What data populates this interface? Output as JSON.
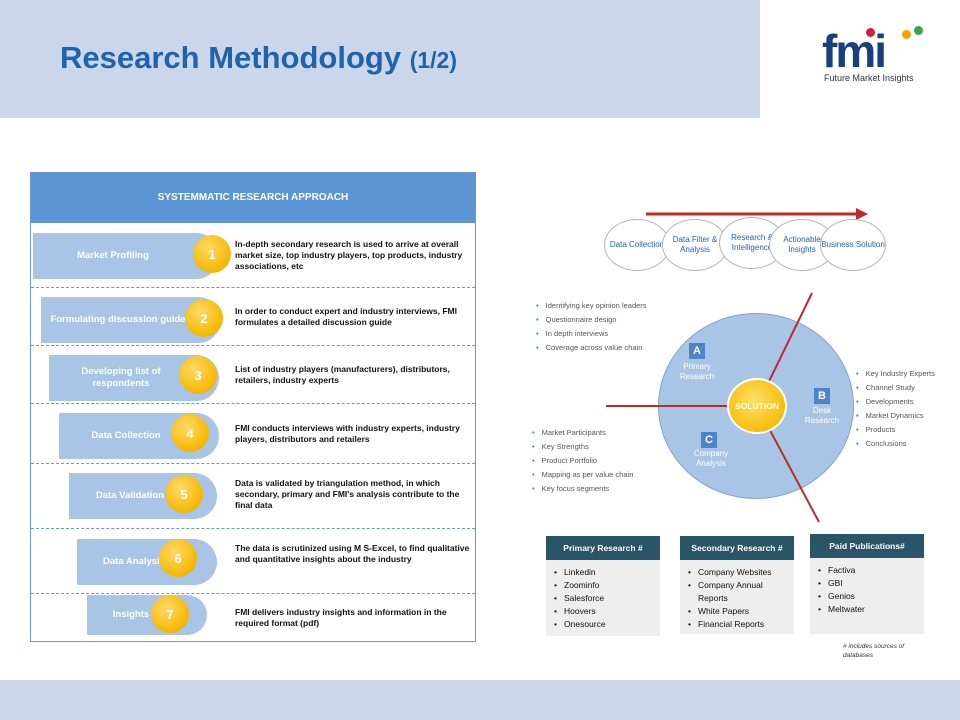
{
  "title": {
    "main": "Research Methodology",
    "sub": "(1/2)"
  },
  "logo": {
    "word": "fmi",
    "tagline": "Future Market Insights",
    "dot_colors": [
      "#d21f3c",
      "#f5a300",
      "#2ea84a"
    ]
  },
  "approach": {
    "heading": "SYSTEMMATIC RESEARCH APPROACH",
    "steps": [
      {
        "label": "Market Profiling",
        "number": "1",
        "text": "In-depth secondary research is used to arrive at overall market size, top industry players, top products, industry associations, etc"
      },
      {
        "label": "Formulating discussion guide",
        "number": "2",
        "text": "In order to conduct expert and industry interviews, FMI formulates a detailed discussion guide"
      },
      {
        "label": "Developing list of respondents",
        "number": "3",
        "text": "List of industry players (manufacturers), distributors, retailers, industry experts"
      },
      {
        "label": "Data Collection",
        "number": "4",
        "text": "FMI conducts interviews with industry experts, industry players, distributors and retailers"
      },
      {
        "label": "Data Validation",
        "number": "5",
        "text": "Data is validated by triangulation method, in which secondary, primary and FMI's analysis contribute to the final data"
      },
      {
        "label": "Data Analysis",
        "number": "6",
        "text": "The data is scrutinized using M S-Excel, to find qualitative and quantitative insights about the industry"
      },
      {
        "label": "Insights",
        "number": "7",
        "text": "FMI delivers industry insights and information in the required format (pdf)"
      }
    ]
  },
  "chain": [
    "Data Collection",
    "Data Filter & Analysis",
    "Research & Intelligence",
    "Actionable Insights",
    "Business Solution"
  ],
  "solution": {
    "center": "SOLUTION",
    "segments": [
      {
        "letter": "A",
        "label": "Primary Research",
        "bullets": [
          "Identifying key opinion leaders",
          "Questionnaire design",
          "In depth interviews",
          "Coverage across value chain"
        ]
      },
      {
        "letter": "B",
        "label": "Desk Research",
        "bullets": [
          "Key Industry Experts",
          "Channel Study",
          "Developments",
          "Market Dynamics",
          "Products",
          "Conclusions"
        ]
      },
      {
        "letter": "C",
        "label": "Company Analysis",
        "bullets": [
          "Market Participants",
          "Key Strengths",
          "Product Portfolio",
          "Mapping as per value chain",
          "Key focus segments"
        ]
      }
    ]
  },
  "sources": [
    {
      "heading": "Primary Research #",
      "items": [
        "Linkedin",
        "Zoominfo",
        "Salesforce",
        "Hoovers",
        "Onesource"
      ]
    },
    {
      "heading": "Secondary Research #",
      "items": [
        "Company Websites",
        "Company Annual Reports",
        "White Papers",
        "Financial Reports"
      ]
    },
    {
      "heading": "Paid Publications#",
      "items": [
        "Factiva",
        "GBI",
        "Genios",
        "Meltwater"
      ]
    }
  ],
  "footnote": "# includes sources of databases",
  "colors": {
    "title": "#1f63ad",
    "header_band": "#ccd6ea",
    "panel_head": "#5b95d6",
    "shape": "#a9c5e6",
    "badge": "#f5b800",
    "box_head": "#2a5468",
    "arrow": "#c0282e"
  }
}
